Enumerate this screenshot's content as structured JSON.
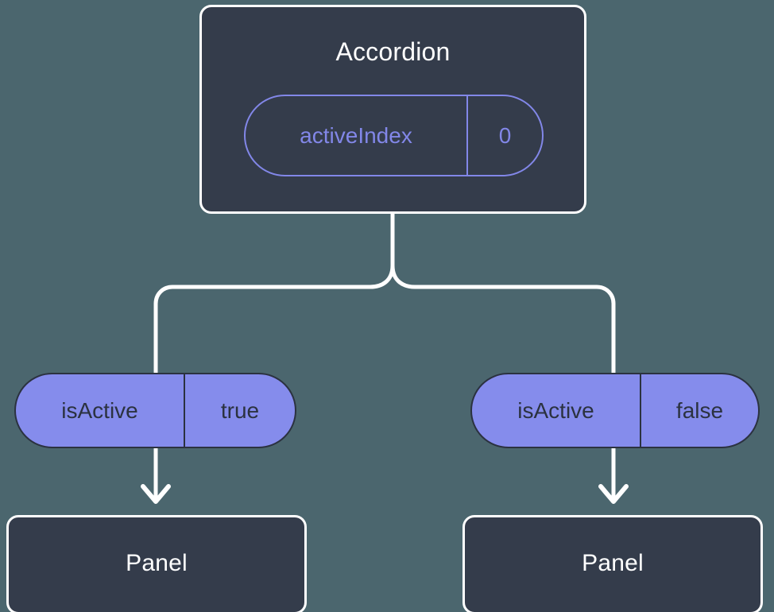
{
  "diagram": {
    "type": "component-tree",
    "background_color": "#4b666e",
    "card_color": "#343c4b",
    "accent_color": "#858cec",
    "outline_accent_color": "#8287e8",
    "connector_color": "#ffffff"
  },
  "root": {
    "title": "Accordion",
    "state_pill": {
      "key": "activeIndex",
      "value": "0"
    }
  },
  "branches": [
    {
      "prop_pill": {
        "key": "isActive",
        "value": "true"
      },
      "child": {
        "title": "Panel"
      }
    },
    {
      "prop_pill": {
        "key": "isActive",
        "value": "false"
      },
      "child": {
        "title": "Panel"
      }
    }
  ]
}
